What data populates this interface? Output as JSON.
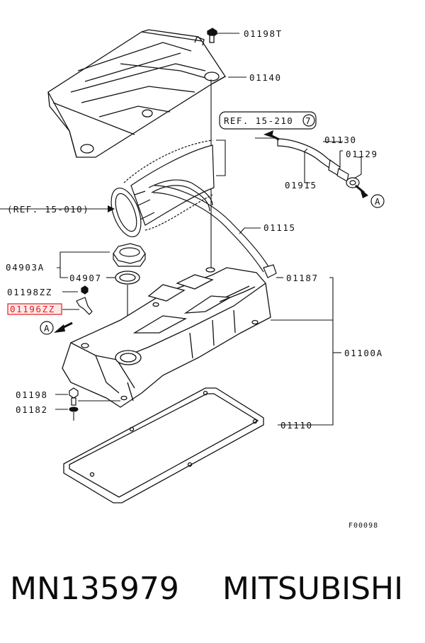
{
  "part_labels": {
    "p01198T": "01198T",
    "p01140": "01140",
    "p01130": "01130",
    "p01129": "01129",
    "p01915": "01915",
    "p01115": "01115",
    "p04903A": "04903A",
    "p04907": "04907",
    "p01187": "01187",
    "p01198ZZ": "01198ZZ",
    "p01196ZZ": "01196ZZ",
    "p01100A": "01100A",
    "p01198": "01198",
    "p01182": "01182",
    "p01110": "01110"
  },
  "refs": {
    "ref_15_010": "(REF. 15-010)",
    "ref_15_210": "REF. 15-210",
    "ref_15_210_circle": "7"
  },
  "markers": {
    "a_left": "A",
    "a_right": "A"
  },
  "figure_code": "F00098",
  "footer": {
    "part_number": "MN135979",
    "brand": "MITSUBISHI"
  },
  "colors": {
    "highlight": "#e02020",
    "highlight_fill": "#fde6e6",
    "line": "#111111"
  }
}
